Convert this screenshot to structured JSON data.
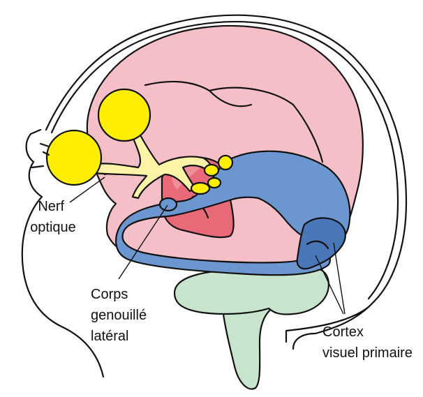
{
  "labels": {
    "optic_nerve": [
      "Nerf",
      "optique"
    ],
    "lgn": [
      "Corps",
      "genouillé",
      "latéral"
    ],
    "visual_cortex": [
      "Cortex",
      "visuel primaire"
    ]
  },
  "colors": {
    "brain": "#f5bfc8",
    "eye": "#ffee00",
    "optic_tract": "#fbf4a6",
    "optic_radiation": "#6b96cf",
    "optic_radiation_dark": "#4a77b8",
    "thalamus": "#e86a78",
    "thalamus_light": "#ef8f99",
    "cerebellum": "#c9e4cc",
    "outline": "#111111"
  }
}
